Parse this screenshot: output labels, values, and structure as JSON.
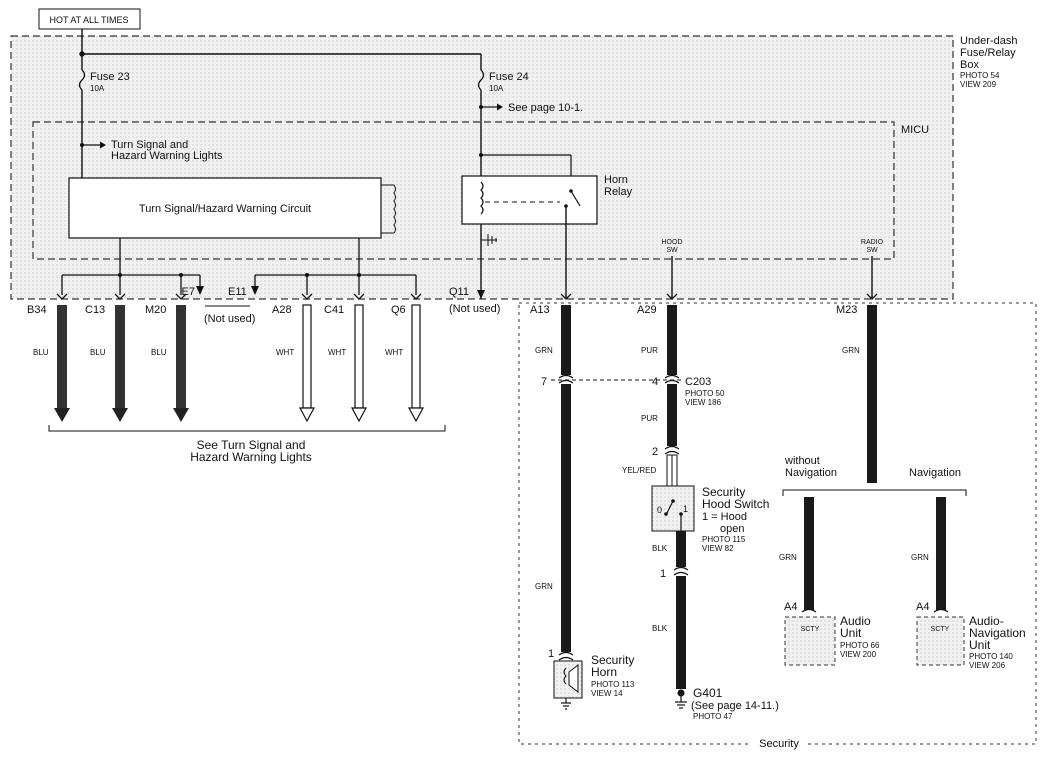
{
  "header": {
    "hot_label": "HOT AT ALL TIMES"
  },
  "fusebox": {
    "label_line1": "Under-dash",
    "label_line2": "Fuse/Relay",
    "label_line3": "Box",
    "photo": "PHOTO 54",
    "view": "VIEW 209"
  },
  "micu": {
    "label": "MICU"
  },
  "fuse23": {
    "name": "Fuse 23",
    "rating": "10A"
  },
  "fuse24": {
    "name": "Fuse 24",
    "rating": "10A",
    "ref": "See page 10-1."
  },
  "turn_signal_note": {
    "line1": "Turn Signal and",
    "line2": "Hazard Warning Lights"
  },
  "turn_signal_circuit": {
    "label": "Turn Signal/Hazard Warning Circuit"
  },
  "horn_relay": {
    "line1": "Horn",
    "line2": "Relay"
  },
  "terminals": {
    "b34": "B34",
    "c13": "C13",
    "m20": "M20",
    "e7": "E7",
    "e11": "E11",
    "e_not_used": "(Not used)",
    "a28": "A28",
    "c41": "C41",
    "q6": "Q6",
    "q11": "Q11",
    "q11_not_used": "(Not used)",
    "a13": "A13",
    "a29": "A29",
    "m23": "M23",
    "hood_sw_line1": "HOOD",
    "hood_sw_line2": "SW",
    "radio_sw_line1": "RADIO",
    "radio_sw_line2": "SW"
  },
  "wire_colors": {
    "blu": "BLU",
    "wht": "WHT",
    "grn": "GRN",
    "pur": "PUR",
    "yel_red": "YEL/RED",
    "blk": "BLK"
  },
  "turn_signal_ref": {
    "line1": "See Turn Signal and",
    "line2": "Hazard Warning Lights"
  },
  "c203": {
    "name": "C203",
    "pin_left": "7",
    "pin_right": "4",
    "photo": "PHOTO 50",
    "view": "VIEW 186"
  },
  "hood_switch": {
    "pin_top": "2",
    "pin_bottom": "1",
    "line1": "Security",
    "line2": "Hood Switch",
    "line3": "1 = Hood",
    "line4": "open",
    "photo": "PHOTO 115",
    "view": "VIEW 82",
    "contact_0": "0",
    "contact_1": "1"
  },
  "g401": {
    "name": "G401",
    "ref": "(See page 14-11.)",
    "photo": "PHOTO 47"
  },
  "security_horn": {
    "pin": "1",
    "line1": "Security",
    "line2": "Horn",
    "photo": "PHOTO 113",
    "view": "VIEW 14"
  },
  "navigation": {
    "without_line1": "without",
    "without_line2": "Navigation",
    "with": "Navigation"
  },
  "audio_unit": {
    "terminal": "A4",
    "tag": "SCTY",
    "line1": "Audio",
    "line2": "Unit",
    "photo": "PHOTO 66",
    "view": "VIEW 200"
  },
  "audio_nav_unit": {
    "terminal": "A4",
    "tag": "SCTY",
    "line1": "Audio-",
    "line2": "Navigation",
    "line3": "Unit",
    "photo": "PHOTO 140",
    "view": "VIEW 206"
  },
  "security_box": {
    "label": "Security"
  }
}
